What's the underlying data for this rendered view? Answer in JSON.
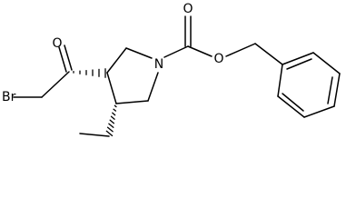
{
  "molecule": {
    "atoms": {
      "oxygen_ketone": "O",
      "bromine": "Br",
      "nitrogen": "N",
      "oxygen_carbonyl": "O",
      "oxygen_ester": "O"
    }
  }
}
